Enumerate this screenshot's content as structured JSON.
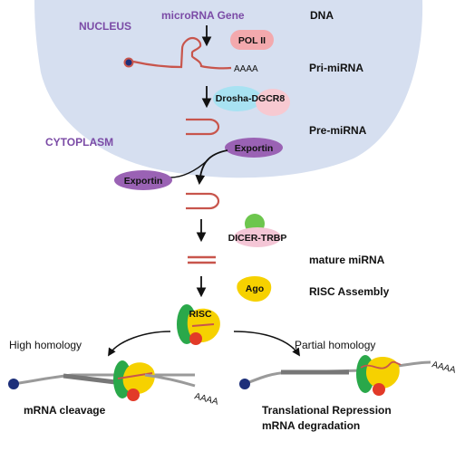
{
  "compartments": {
    "nucleus": "NUCLEUS",
    "cytoplasm": "CYTOPLASM"
  },
  "stages": {
    "gene": "microRNA Gene",
    "dna": "DNA",
    "pri_mirna": "Pri-miRNA",
    "pre_mirna": "Pre-miRNA",
    "mature_mirna": "mature miRNA",
    "risc_assembly": "RISC Assembly"
  },
  "proteins": {
    "pol2": "POL II",
    "drosha": "Drosha-DGCR8",
    "exportin_nuclear": "Exportin",
    "exportin_cyto": "Exportin",
    "dicer": "DICER-TRBP",
    "ago": "Ago",
    "risc": "RISC"
  },
  "polya": {
    "pri": "AAAA",
    "left": "AAAA",
    "right": "AAAA"
  },
  "branches": {
    "left_label": "High homology",
    "right_label": "Partial homology",
    "left_outcome": "mRNA cleavage",
    "right_outcome_1": "Translational Repression",
    "right_outcome_2": "mRNA degradation"
  },
  "colors": {
    "nucleus_fill": "#d6dff0",
    "compartment_text": "#7b4ba6",
    "gene_text": "#7b4ba6",
    "rna": "#c8554c",
    "pol2_fill": "#f3a9ad",
    "drosha_left": "#a8e2f2",
    "drosha_right": "#f7c9d1",
    "exportin": "#9a62b4",
    "dicer_green": "#6dc64e",
    "dicer_pink": "#f4c6d6",
    "ago": "#f6d100",
    "risc_green": "#2aa84a",
    "risc_red": "#e23a28",
    "mrna_gray": "#9a9a9a",
    "cap_blue": "#1d2f7a"
  }
}
